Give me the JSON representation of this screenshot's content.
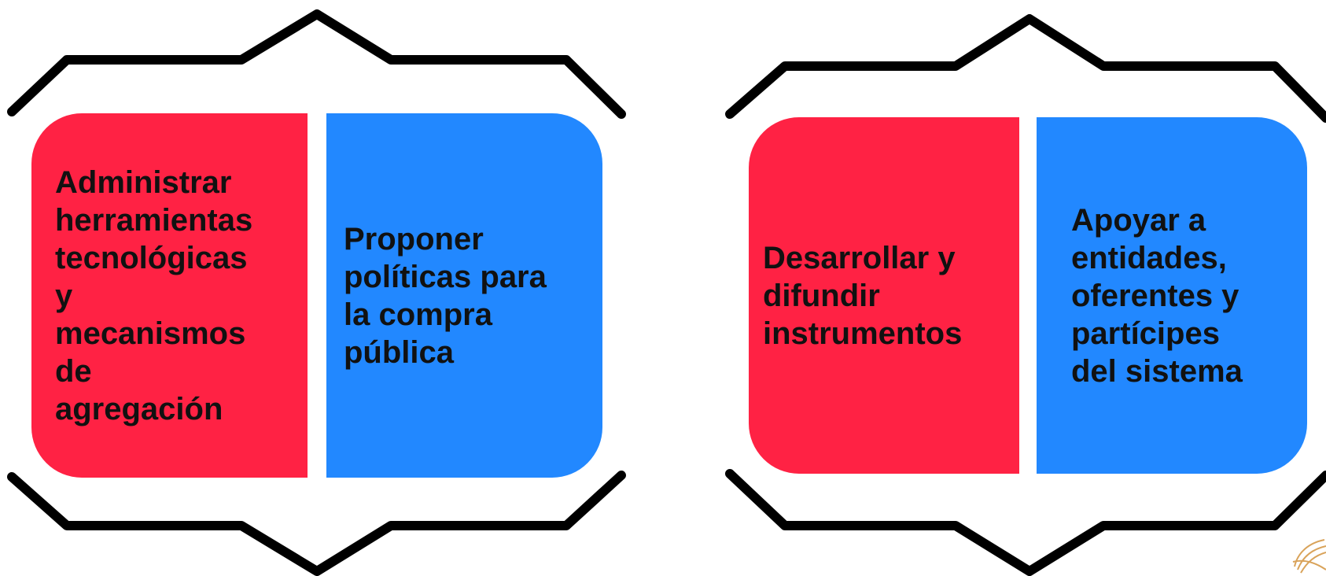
{
  "colors": {
    "red_box": "#ff2244",
    "blue_box": "#2288ff",
    "frame_stroke": "#000000",
    "text": "#111111"
  },
  "groups": [
    {
      "red_text": "Administrar\nherramientas\ntecnológicas\ny\nmecanismos\nde\nagregación",
      "blue_text": "Proponer\npolíticas para\nla compra\npública"
    },
    {
      "red_text": "Desarrollar y\ndifundir\ninstrumentos",
      "blue_text": "Apoyar a\nentidades,\noferentes y\npartícipes\ndel sistema"
    }
  ]
}
